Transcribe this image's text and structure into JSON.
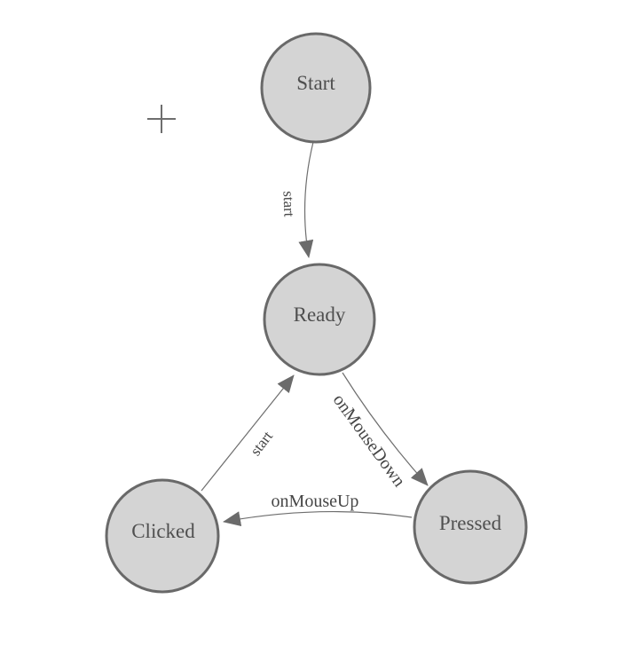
{
  "colors": {
    "background": "#ffffff",
    "node_fill": "#d4d4d4",
    "node_border": "#696969",
    "edge_line": "#6e6e6e",
    "arrowhead": "#6b6b6b",
    "node_text": "#4f4f4f",
    "edge_text": "#464646",
    "crosshair": "#6e6e6e"
  },
  "diagram": {
    "nodes": [
      {
        "id": "start",
        "label": "Start"
      },
      {
        "id": "ready",
        "label": "Ready"
      },
      {
        "id": "clicked",
        "label": "Clicked"
      },
      {
        "id": "pressed",
        "label": "Pressed"
      }
    ],
    "edges": [
      {
        "from": "Start",
        "to": "Ready",
        "label": "start"
      },
      {
        "from": "Clicked",
        "to": "Ready",
        "label": "start"
      },
      {
        "from": "Ready",
        "to": "Pressed",
        "label": "onMouseDown"
      },
      {
        "from": "Pressed",
        "to": "Clicked",
        "label": "onMouseUp"
      }
    ],
    "cursor_marker": {
      "icon": "crosshair-plus-icon"
    }
  }
}
